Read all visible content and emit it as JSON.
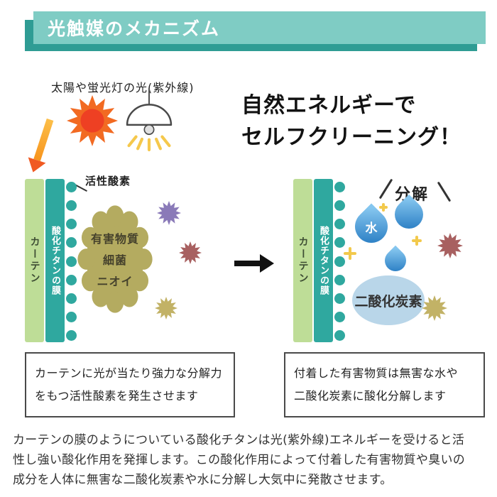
{
  "header": {
    "title": "光触媒のメカニズム"
  },
  "before": {
    "light_source_label": "太陽や蛍光灯の光(紫外線)",
    "active_oxygen_label": "活性酸素",
    "curtain_label": "カーテン",
    "film_label": "酸化チタンの膜",
    "pollutant_lines": [
      "有害物質",
      "細菌",
      "ニオイ"
    ]
  },
  "headline": {
    "line1": "自然エネルギーで",
    "line2": "セルフクリーニング！"
  },
  "after": {
    "curtain_label": "カーテン",
    "film_label": "酸化チタンの膜",
    "decompose_label": "分解",
    "water_label": "水",
    "co2_label": "二酸化炭素"
  },
  "captions": {
    "left_line1": "カーテンに光が当たり強力な分解力",
    "left_line2": "をもつ活性酸素を発生させます",
    "right_line1": "付着した有害物質は無害な水や",
    "right_line2": "二酸化炭素に酸化分解します"
  },
  "footer": {
    "lines": [
      "カーテンの膜のようについている酸化チタンは光(紫外線)エネルギーを受けると活",
      "性し強い酸化作用を発揮します。この酸化作用によって付着した有害物質や臭いの",
      "成分を人体に無害な二酸化炭素や水に分解し大気中に発散させます。"
    ]
  },
  "icons": {
    "sun": "starburst shape",
    "pendant_lamp": "dome lamp with yellow rays",
    "uv_arrow": "orange diagonal arrow",
    "transform_arrow": "black right arrow",
    "water_drop": "blue teardrop",
    "sparkle": "yellow plus sparkle",
    "pollutant_particle": "spiky burst"
  },
  "colors": {
    "banner_bg": "#7fccc4",
    "banner_shadow": "#2f9c94",
    "banner_text": "#ffffff",
    "curtain_bar": "#bedd97",
    "film_bar": "#2fa89f",
    "oxygen_dot": "#2fa89f",
    "sun_rays": "#f26a22",
    "sun_core": "#ee4023",
    "uv_arrow": "#f7941d",
    "lamp_glow": "#f5c84c",
    "pollutant_blob": "#b4ab60",
    "burst_purple": "#8a7ab8",
    "burst_maroon": "#a86060",
    "burst_khaki": "#c2b266",
    "water_drop_light": "#85c6ef",
    "water_drop_dark": "#2f82c6",
    "co2_bubble": "#b9d6e9"
  }
}
